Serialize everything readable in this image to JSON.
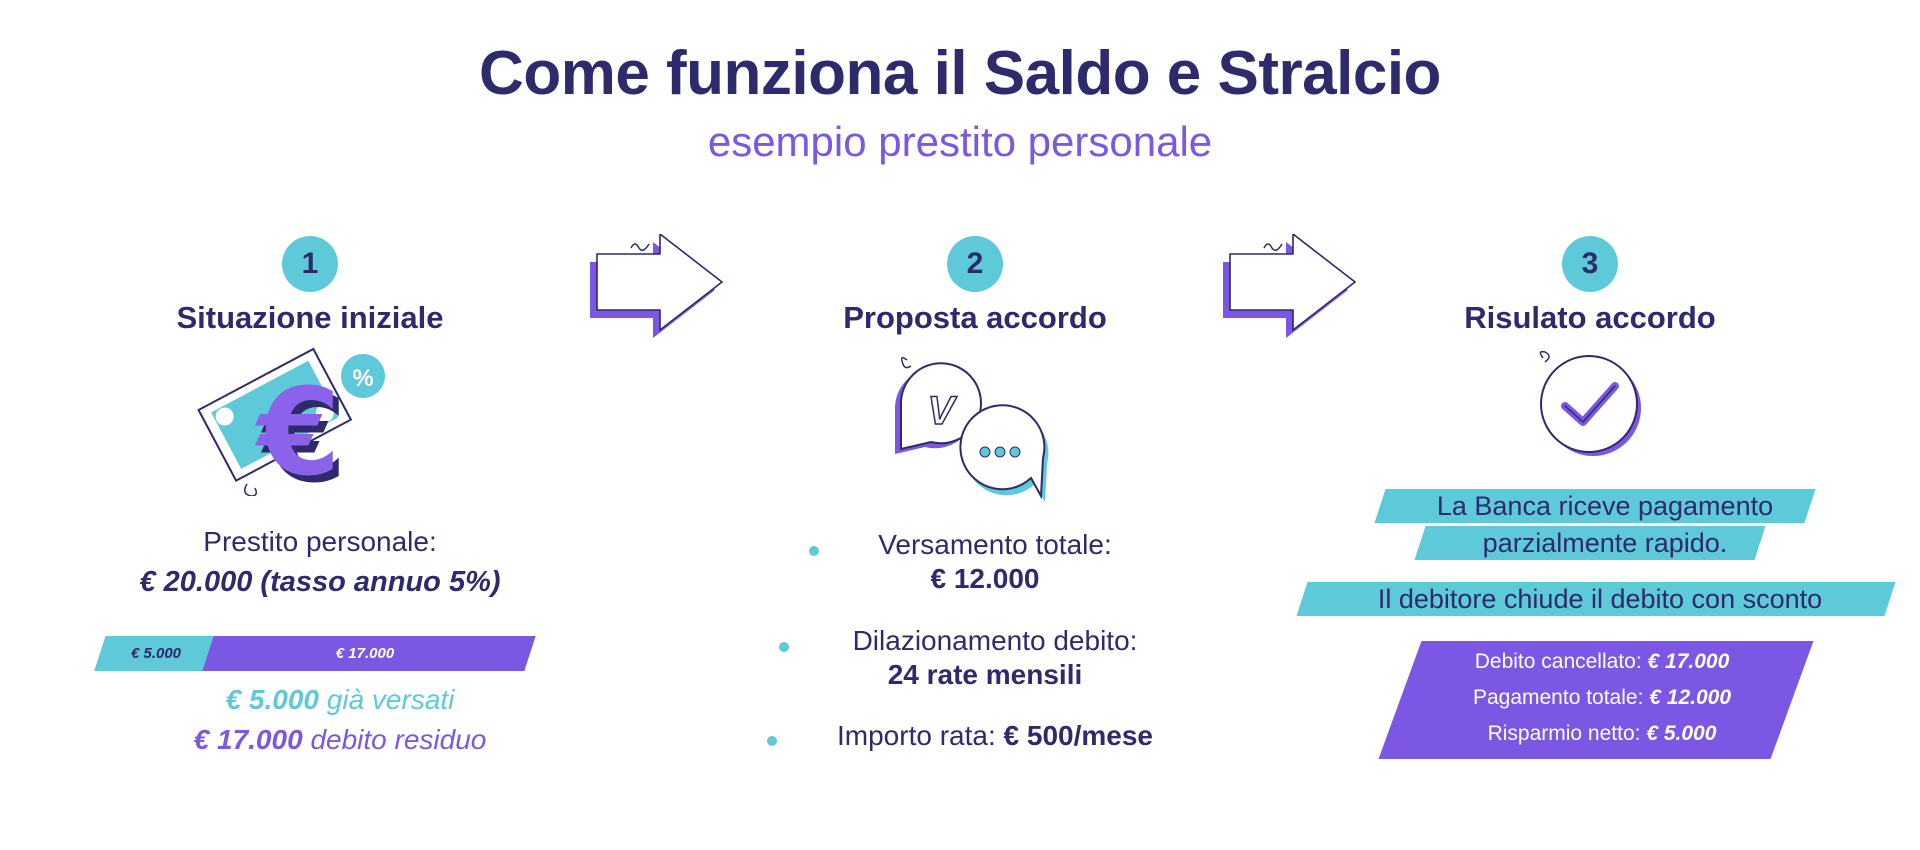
{
  "header": {
    "title": "Come funziona il Saldo e Stralcio",
    "subtitle": "esempio prestito personale"
  },
  "colors": {
    "navy": "#2e2a6b",
    "purple": "#7b57e4",
    "teal": "#5ec9d8"
  },
  "steps": [
    {
      "number": "1",
      "title": "Situazione iniziale",
      "icon": "euro-banknote-icon",
      "badge": "%",
      "loan_label": "Prestito personale:",
      "loan_value": "€ 20.000 (tasso annuo 5%)",
      "bar": {
        "paid_label": "€ 5.000",
        "residual_label": "€ 17.000",
        "paid_fraction": 0.25
      },
      "paid_amount": "€ 5.000",
      "paid_text": "già versati",
      "residual_amount": "€ 17.000",
      "residual_text": "debito residuo"
    },
    {
      "number": "2",
      "title": "Proposta accordo",
      "icon": "chat-bubbles-icon",
      "bullets": [
        {
          "label": "Versamento totale:",
          "value": "€ 12.000"
        },
        {
          "label": "Dilazionamento debito:",
          "value": "24 rate mensili"
        },
        {
          "label": "Importo rata:",
          "value": "€ 500/mese"
        }
      ]
    },
    {
      "number": "3",
      "title": "Risulato accordo",
      "icon": "checkmark-circle-icon",
      "bank_line1": "La Banca riceve pagamento",
      "bank_line2": "parzialmente rapido.",
      "debtor_line": "Il debitore chiude il debito con sconto",
      "summary": [
        {
          "label": "Debito cancellato:",
          "value": "€ 17.000"
        },
        {
          "label": "Pagamento totale:",
          "value": "€ 12.000"
        },
        {
          "label": "Risparmio netto:",
          "value": "€ 5.000"
        }
      ]
    }
  ],
  "arrows": [
    "arrow-right-icon",
    "arrow-right-icon"
  ]
}
